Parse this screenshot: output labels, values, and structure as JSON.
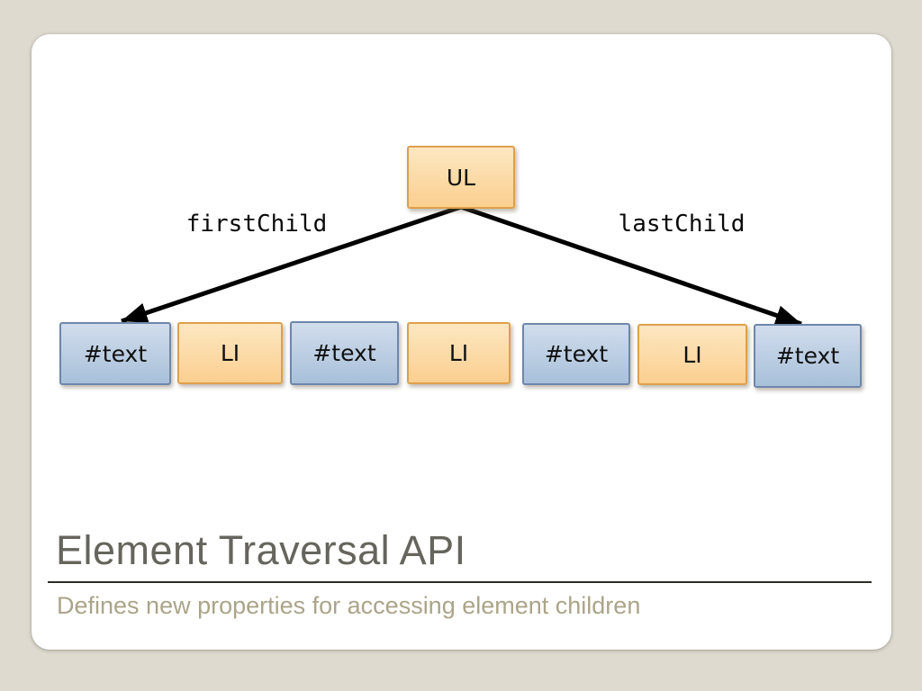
{
  "slide": {
    "title": "Element Traversal API",
    "subtitle": "Defines new properties for accessing element children"
  },
  "diagram": {
    "root": {
      "label": "UL",
      "kind": "element-node"
    },
    "edges": [
      {
        "label": "firstChild"
      },
      {
        "label": "lastChild"
      }
    ],
    "children": [
      {
        "label": "#text",
        "kind": "text-node"
      },
      {
        "label": "LI",
        "kind": "element-node"
      },
      {
        "label": "#text",
        "kind": "text-node"
      },
      {
        "label": "LI",
        "kind": "element-node"
      },
      {
        "label": "#text",
        "kind": "text-node"
      },
      {
        "label": "LI",
        "kind": "element-node"
      },
      {
        "label": "#text",
        "kind": "text-node"
      }
    ]
  },
  "colors": {
    "canvas_bg": "#dedad0",
    "slide_bg": "#ffffff",
    "element_box_fill": "#fbcf90",
    "element_box_border": "#dfa04b",
    "text_box_fill": "#a8c0da",
    "text_box_border": "#6e87ab",
    "arrow_color": "#000000",
    "title_text": "#66655d",
    "subtitle_text": "#aba489",
    "rule_color": "#2e2d29"
  }
}
